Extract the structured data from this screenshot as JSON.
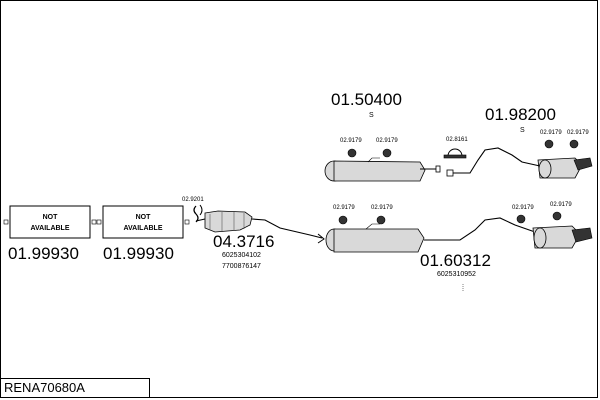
{
  "reference_code": "RENA70680A",
  "boxes": [
    {
      "line1": "NOT",
      "line2": "AVAILABLE",
      "number": "01.99930"
    },
    {
      "line1": "NOT",
      "line2": "AVAILABLE",
      "number": "01.99930"
    }
  ],
  "parts": {
    "cat": {
      "number": "04.3716",
      "oem1": "6025304102",
      "oem2": "7700876147",
      "clamp": "02.9201"
    },
    "upper_mid": {
      "number": "01.50400",
      "mark": "S",
      "clamp1": "02.9179",
      "clamp2": "02.9179",
      "clamp3": "02.8161"
    },
    "upper_rear": {
      "number": "01.98200",
      "mark": "S",
      "clamp1": "02.9179",
      "clamp2": "02.9179"
    },
    "lower_mid": {
      "clamp1": "02.9179",
      "clamp2": "02.9179"
    },
    "lower_rear": {
      "number": "01.60312",
      "oem": "6025310952",
      "clamp1": "02.9179",
      "clamp2": "02.9179"
    }
  }
}
